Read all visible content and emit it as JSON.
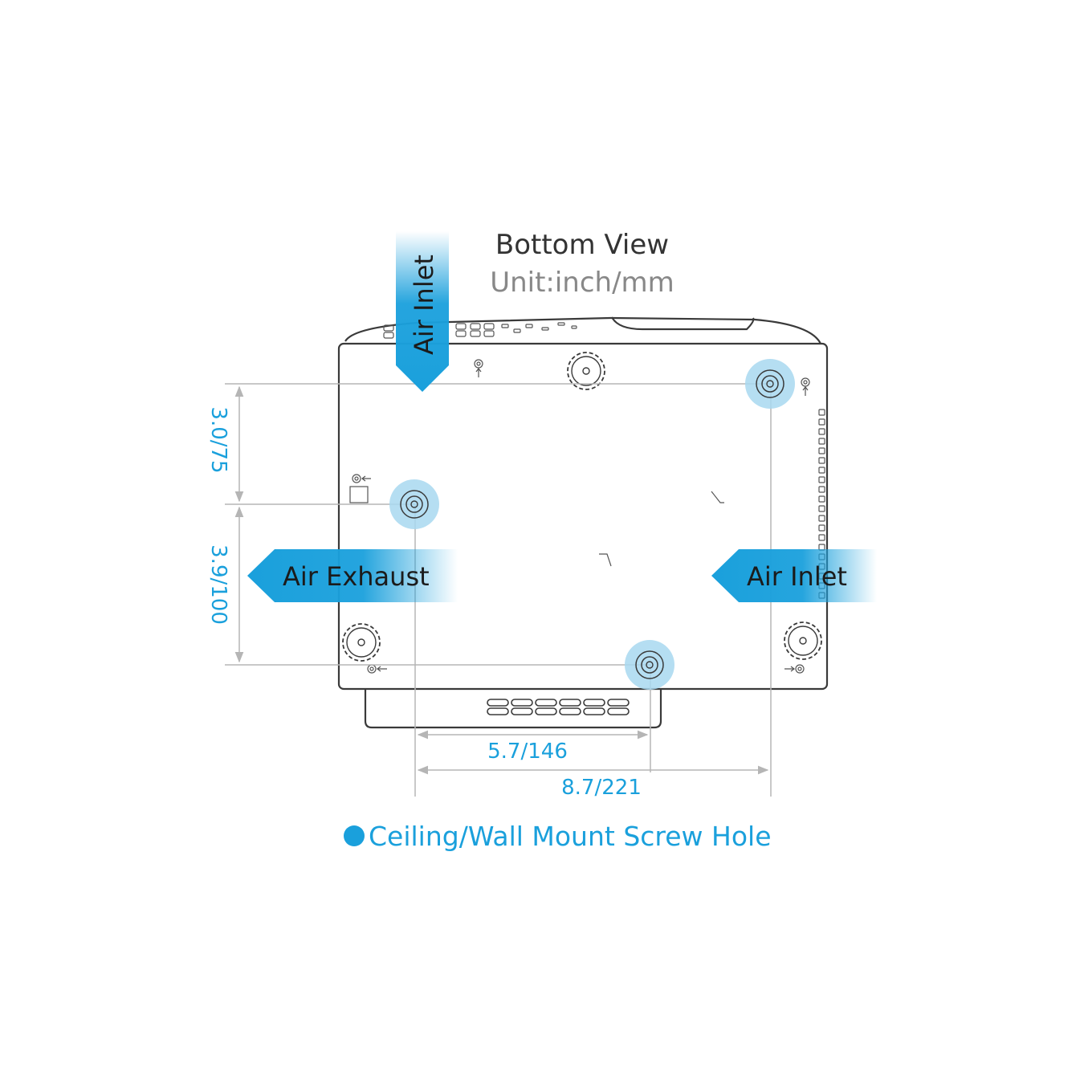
{
  "diagram": {
    "title": "Bottom View",
    "subtitle": "Unit:inch/mm",
    "airflow": {
      "top_inlet": "Air Inlet",
      "exhaust": "Air Exhaust",
      "right_inlet": "Air Inlet"
    },
    "dimensions": {
      "vertical_top": "3.0/75",
      "vertical_bottom": "3.9/100",
      "horizontal_short": "5.7/146",
      "horizontal_long": "8.7/221"
    },
    "legend": {
      "label": "Ceiling/Wall Mount Screw Hole"
    },
    "colors": {
      "accent": "#1aa0dc",
      "outline": "#3a3a3a",
      "dimension_line": "#b5b5b5",
      "screw_highlight": "#a8d8f0"
    }
  }
}
